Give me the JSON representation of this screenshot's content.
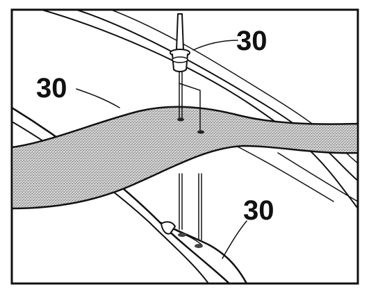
{
  "figure": {
    "callouts": [
      {
        "id": "rivet",
        "label": "30"
      },
      {
        "id": "strap",
        "label": "30"
      },
      {
        "id": "rail",
        "label": "30"
      }
    ],
    "colors": {
      "line": "#111111",
      "strap_fill": "#b9b9b9",
      "background": "#ffffff"
    }
  }
}
